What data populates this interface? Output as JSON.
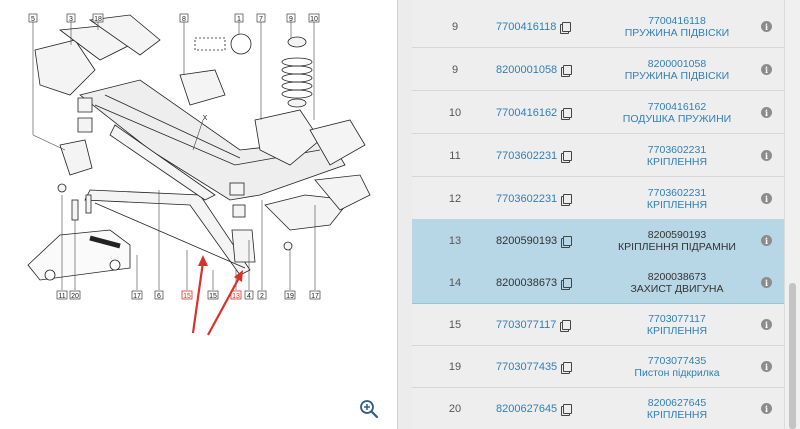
{
  "diagram": {
    "callouts_top": [
      "5",
      "3",
      "18",
      "8",
      "1",
      "7",
      "9",
      "10"
    ],
    "callouts_bottom": [
      "11",
      "20",
      "17",
      "6",
      "15",
      "15",
      "13",
      "4",
      "2",
      "19",
      "17"
    ],
    "callout_x": "X",
    "accent_red": "#d9322a"
  },
  "rows": [
    {
      "pos": "9",
      "code": "7700416118",
      "desc1": "7700416118",
      "desc2": "ПРУЖИНА ПІДВІСКИ",
      "highlight": false
    },
    {
      "pos": "9",
      "code": "8200001058",
      "desc1": "8200001058",
      "desc2": "ПРУЖИНА ПІДВІСКИ",
      "highlight": false
    },
    {
      "pos": "10",
      "code": "7700416162",
      "desc1": "7700416162",
      "desc2": "ПОДУШКА ПРУЖИНИ",
      "highlight": false
    },
    {
      "pos": "11",
      "code": "7703602231",
      "desc1": "7703602231",
      "desc2": "КРІПЛЕННЯ",
      "highlight": false
    },
    {
      "pos": "12",
      "code": "7703602231",
      "desc1": "7703602231",
      "desc2": "КРІПЛЕННЯ",
      "highlight": false
    },
    {
      "pos": "13",
      "code": "8200590193",
      "desc1": "8200590193",
      "desc2": "КРІПЛЕННЯ ПІДРАМНИ",
      "highlight": true
    },
    {
      "pos": "14",
      "code": "8200038673",
      "desc1": "8200038673",
      "desc2": "ЗАХИСТ ДВИГУНА",
      "highlight": true
    },
    {
      "pos": "15",
      "code": "7703077117",
      "desc1": "7703077117",
      "desc2": "КРІПЛЕННЯ",
      "highlight": false
    },
    {
      "pos": "19",
      "code": "7703077435",
      "desc1": "7703077435",
      "desc2": "Пистон підкрилка",
      "highlight": false
    },
    {
      "pos": "20",
      "code": "8200627645",
      "desc1": "8200627645",
      "desc2": "КРІПЛЕННЯ",
      "highlight": false
    }
  ],
  "info_label": "i",
  "icons": {
    "zoom": "zoom-in-icon",
    "copy": "copy-icon",
    "info": "info-icon"
  },
  "colors": {
    "highlight": "#b7d6e6",
    "link": "#2f7fb8"
  }
}
